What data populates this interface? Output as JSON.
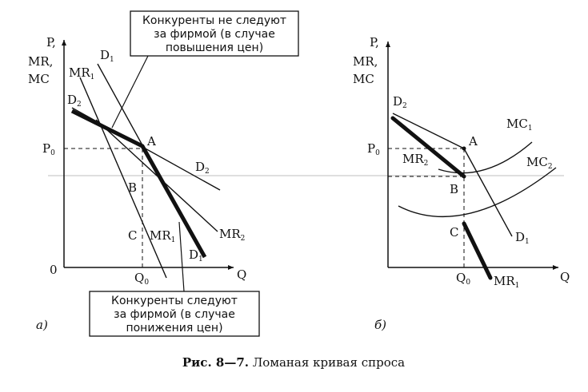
{
  "callout_top": {
    "line1": "Конкуренты не следуют",
    "line2": "за фирмой (в случае",
    "line3": "повышения цен)"
  },
  "callout_bottom": {
    "line1": "Конкуренты следуют",
    "line2": "за фирмой (в случае",
    "line3": "понижения цен)"
  },
  "left_panel": {
    "tag": "а)",
    "y_axis": [
      "P,",
      "MR,",
      "MC"
    ],
    "x_axis": "Q",
    "origin": "0",
    "p0": "P",
    "q0": "Q",
    "point_a": "A",
    "point_b": "B",
    "point_c": "C",
    "d1": "D",
    "d2": "D",
    "mr1": "MR",
    "mr2": "MR",
    "mr1_curve": "MR",
    "d2_top": "D",
    "d1_bottom": "D"
  },
  "right_panel": {
    "tag": "б)",
    "y_axis": [
      "P,",
      "MR,",
      "MC"
    ],
    "x_axis": "Q",
    "p0": "P",
    "q0": "Q",
    "point_a": "A",
    "point_b": "B",
    "point_c": "C",
    "d2": "D",
    "mr2": "MR",
    "mc1": "MC",
    "mc2": "MC",
    "d1": "D",
    "mr1": "MR"
  },
  "subscripts": {
    "zero": "0",
    "one": "1",
    "two": "2"
  },
  "caption": {
    "number": "Рис. 8—7.",
    "title": " Ломаная кривая спроса"
  }
}
